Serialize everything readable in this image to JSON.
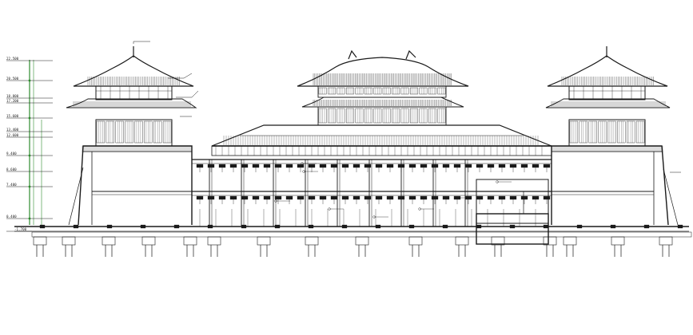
{
  "drawing": {
    "type": "architectural-section-elevation",
    "line_color": "#1a1a1a",
    "accent_color": "#2e8b2e",
    "level_marks": [
      "22.500",
      "20.500",
      "18.800",
      "17.200",
      "15.600",
      "13.400",
      "12.600",
      "9.400",
      "8.600",
      "7.400",
      "0.400",
      "-1.700"
    ],
    "icons": [
      "main-hall-roof-icon",
      "left-tower-roof-icon",
      "right-tower-roof-icon",
      "colonnade-icon",
      "foundation-piles-icon"
    ]
  }
}
